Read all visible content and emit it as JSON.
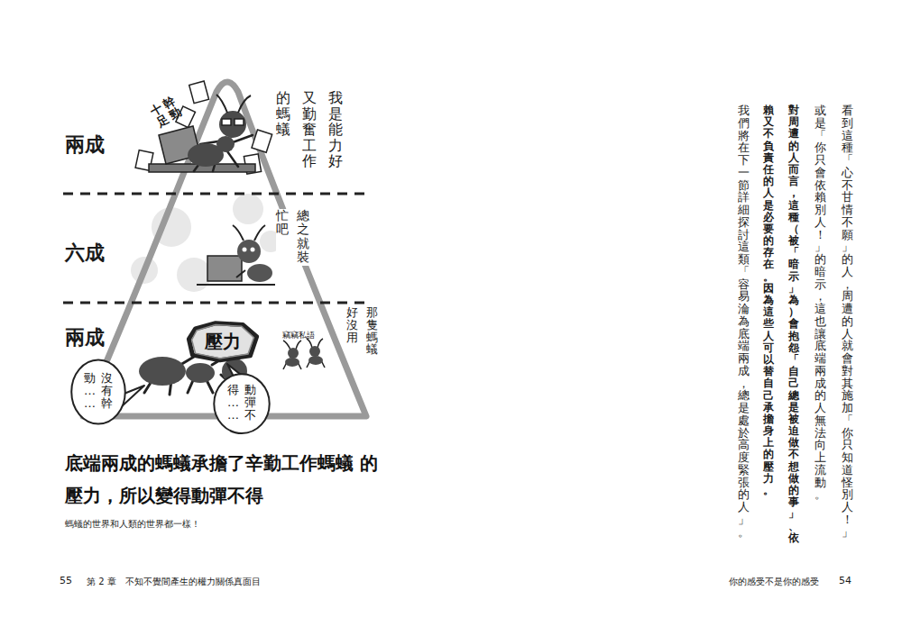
{
  "diagram": {
    "caption": "底端兩成的螞蟻承擔了辛勤工作螞蟻 的壓力，所以變得動彈不得",
    "nodes": [
      {
        "text": [
          "壓力"
        ]
      },
      {
        "text": [
          "沒有幹勁……"
        ]
      },
      {
        "text": [
          "動彈不得……"
        ]
      }
    ],
    "labels": [
      "兩成",
      "六成",
      "兩成",
      "我是能力好 又勤奮工作 的螞蟻",
      "幹勁十足",
      "總之 就裝忙吧",
      "那隻螞蟻 好沒用",
      "竊竊私語",
      "螞蟻的世界和人類的世界都一樣！",
      "55",
      "第 2 章　不知不覺間產生的權力關係真面目",
      "看到這種「心不甘情不願」的人，周遭的人就會對其施加「你只知道怪別人！」 或是「你只會依賴別人！」的暗示，這也讓底端兩成的人無法向上流動。",
      "對周遭的人而言，這種（被「暗示」為）會抱怨「自己總是被迫做不想做的 事」、依賴又不負責任的人是必要的存在。因為這些人可以替自己承擔身上的壓力。",
      "我們將在下一節詳細探討這類「容易淪為底端兩成，總是處於高度緊張的人」。",
      "你的感受不是你的感受",
      "54"
    ]
  }
}
